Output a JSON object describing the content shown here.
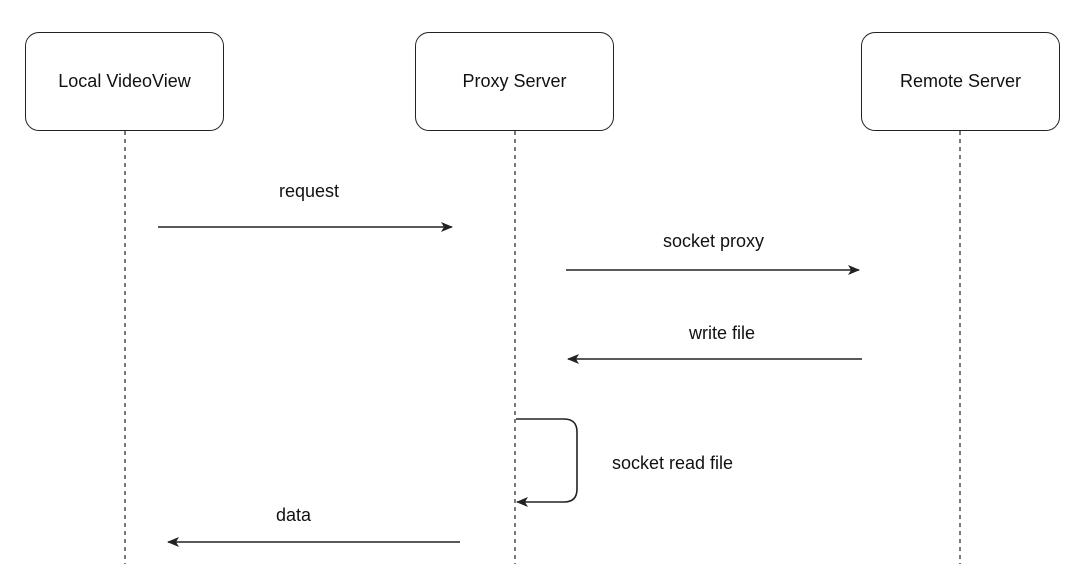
{
  "participants": {
    "local": "Local VideoView",
    "proxy": "Proxy Server",
    "remote": "Remote Server"
  },
  "messages": {
    "request": "request",
    "socket_proxy": "socket proxy",
    "write_file": "write file",
    "socket_read_file": "socket read file",
    "data": "data"
  },
  "colors": {
    "line": "#222222",
    "text": "#111111",
    "background": "#ffffff"
  }
}
